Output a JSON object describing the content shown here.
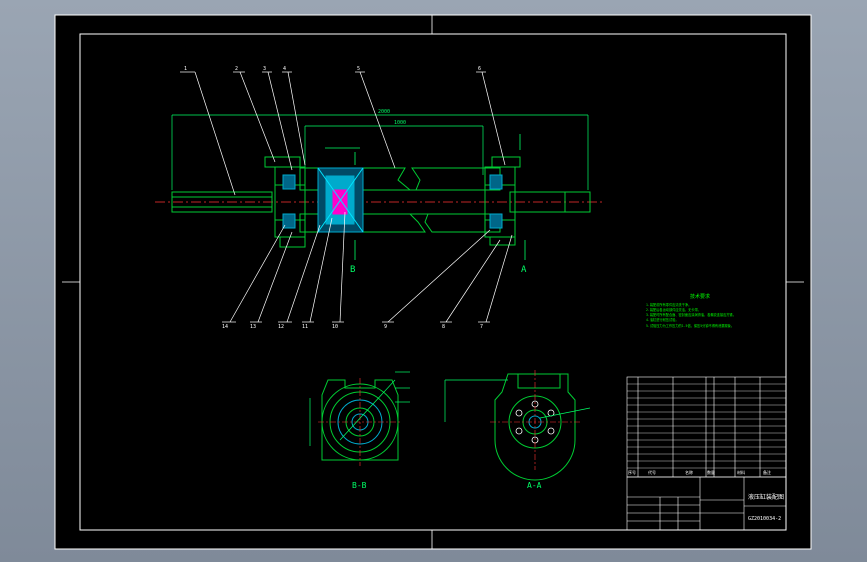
{
  "colors": {
    "background": "#8c97a5",
    "paper": "#000000",
    "frame": "#ffffff",
    "part": "#00cc33",
    "dimension": "#00ff66",
    "section": "#00aacc",
    "section_alt": "#ff00cc",
    "note": "#00ff00",
    "leader": "#ffffff"
  },
  "drawing": {
    "balloons_top": [
      "1",
      "2",
      "3",
      "4",
      "5",
      "6"
    ],
    "balloons_bottom": [
      "14",
      "13",
      "12",
      "11",
      "10",
      "9",
      "8",
      "7"
    ],
    "dimension_overall": "2000",
    "dimension_inner": "1000",
    "section_marks": {
      "b": "B",
      "a": "A"
    },
    "view_labels": {
      "b": "B-B",
      "a": "A-A"
    }
  },
  "notes": {
    "title": "技术要求",
    "lines": [
      "1.装配前所有零件应清洗干净。",
      "2.装配后各运动部件应灵活，无卡滞。",
      "3.装配时所有配合面、密封面应涂润滑油，各螺纹连接应拧紧。",
      "4.油缸进行耐压试验。",
      "5.试验压力为工作压力的1.5倍，保压5分钟不得有泄漏现象。"
    ]
  },
  "title_block": {
    "drawing_name": "液压缸装配图",
    "drawing_number": "GZ2010034-2",
    "parts_header": [
      "序号",
      "代号",
      "名称",
      "数量",
      "材料",
      "备注"
    ]
  }
}
